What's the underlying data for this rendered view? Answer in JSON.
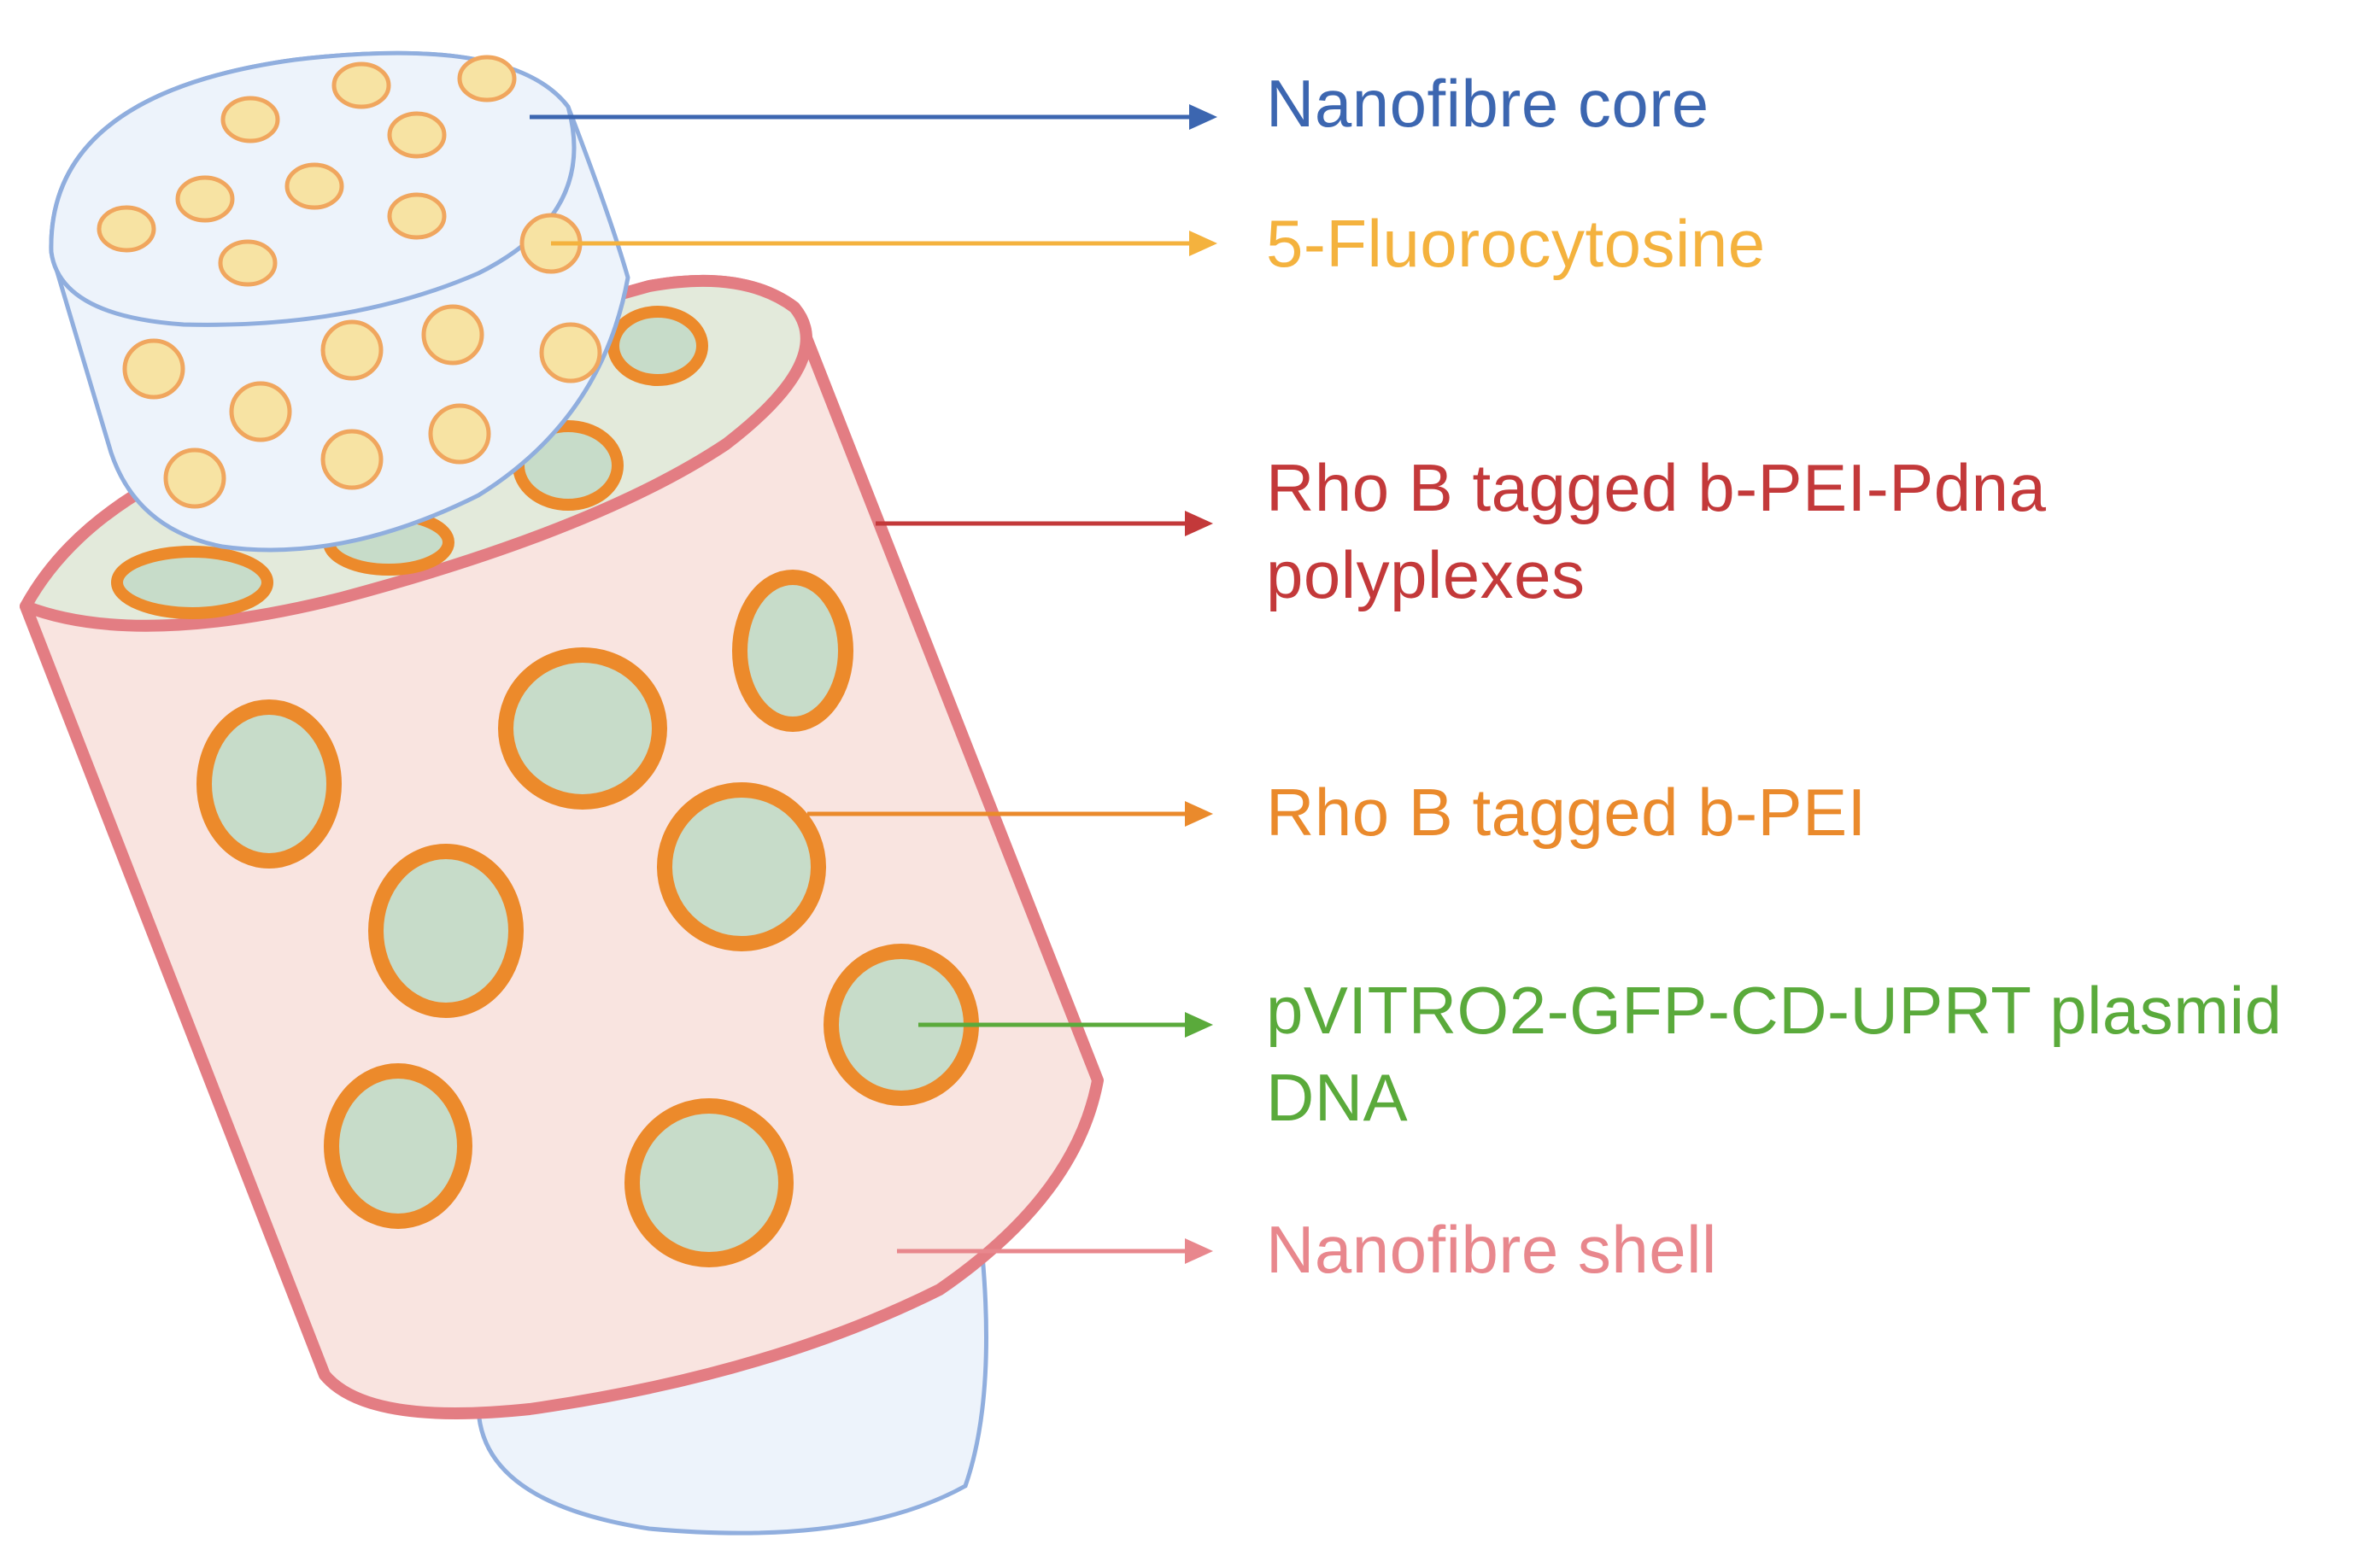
{
  "diagram": {
    "colors": {
      "background": "#ffffff",
      "core_fill": "#edf3fb",
      "core_stroke": "#90aede",
      "drug_fill": "#f7e3a3",
      "drug_stroke": "#f0a65e",
      "shell_fill": "#f9e4e0",
      "shell_stroke": "#e37d83",
      "shell_top_fill": "#e3eadb",
      "polyplex_fill": "#c7dcc9",
      "polyplex_ring": "#ec8a2b"
    },
    "labels": [
      {
        "key": "core",
        "lines": [
          "Nanofibre core"
        ],
        "color": "#3c66b0"
      },
      {
        "key": "drug",
        "lines": [
          "5-Fluorocytosine"
        ],
        "color": "#f4b23e"
      },
      {
        "key": "polyplex",
        "lines": [
          "Rho B tagged b-PEI-Pdna",
          "polyplexes"
        ],
        "color": "#c3393a"
      },
      {
        "key": "pei",
        "lines": [
          "Rho B tagged b-PEI"
        ],
        "color": "#ea8a2c"
      },
      {
        "key": "plasmid",
        "lines": [
          "pVITRO2-GFP-CD-UPRT plasmid",
          "DNA"
        ],
        "color": "#5aaa3b"
      },
      {
        "key": "shell",
        "lines": [
          "Nanofibre shell"
        ],
        "color": "#e8878d"
      }
    ]
  }
}
